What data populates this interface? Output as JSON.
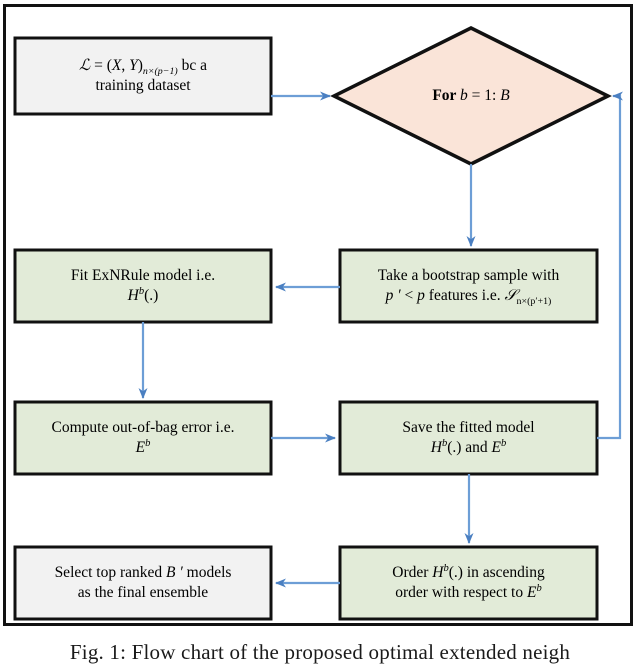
{
  "figure": {
    "caption": "Fig. 1: Flow chart of the proposed optimal extended neigh",
    "frame_border_color": "#111111",
    "background": "#ffffff"
  },
  "palette": {
    "process_fill": "#E2EBD8",
    "terminal_fill": "#F2F2F2",
    "decision_fill": "#FAE4D8",
    "node_border": "#111111",
    "connector": "#6D9ED6",
    "arrowhead": "#4A7FC1"
  },
  "nodes": [
    {
      "id": "training-dataset",
      "shape": "rect",
      "fill": "terminal_fill",
      "lines": [
        {
          "parts": [
            {
              "t": "ℒ",
              "s": "mi"
            },
            {
              "t": " = (",
              "s": "mr"
            },
            {
              "t": "X",
              "s": "mi"
            },
            {
              "t": ", ",
              "s": "mr"
            },
            {
              "t": "Y",
              "s": "mi"
            },
            {
              "t": ")",
              "s": "mr"
            },
            {
              "t": "n×(p−1)",
              "s": "sub-mi"
            },
            {
              "t": " bc a",
              "s": "mr"
            }
          ]
        },
        {
          "parts": [
            {
              "t": "training dataset",
              "s": "mr"
            }
          ]
        }
      ],
      "plain": "ℒ = (X, Y)n×(p−1) bc a training dataset"
    },
    {
      "id": "for-loop",
      "shape": "diamond",
      "fill": "decision_fill",
      "lines": [
        {
          "parts": [
            {
              "t": "For ",
              "s": "bold"
            },
            {
              "t": "b",
              "s": "mi"
            },
            {
              "t": " = 1: ",
              "s": "mr"
            },
            {
              "t": "B",
              "s": "mi"
            }
          ]
        }
      ],
      "plain": "For b = 1: B"
    },
    {
      "id": "bootstrap-sample",
      "shape": "rect",
      "fill": "process_fill",
      "lines": [
        {
          "parts": [
            {
              "t": "Take a bootstrap sample with",
              "s": "mr"
            }
          ]
        },
        {
          "parts": [
            {
              "t": "p ′",
              "s": "mi"
            },
            {
              "t": " < ",
              "s": "mr"
            },
            {
              "t": "p",
              "s": "mi"
            },
            {
              "t": " features i.e. ",
              "s": "mr"
            },
            {
              "t": "𝒮",
              "s": "mi"
            },
            {
              "t": "n×(p′+1)",
              "s": "sub-mr"
            }
          ]
        }
      ],
      "plain": "Take a bootstrap sample with p′ < p features i.e. Sn×(p′+1)"
    },
    {
      "id": "fit-exnrule",
      "shape": "rect",
      "fill": "process_fill",
      "lines": [
        {
          "parts": [
            {
              "t": "Fit ExNRule model i.e.",
              "s": "mr"
            }
          ]
        },
        {
          "parts": [
            {
              "t": "H",
              "s": "mi"
            },
            {
              "t": "b",
              "s": "sup-mi"
            },
            {
              "t": "(.)",
              "s": "mr"
            }
          ]
        }
      ],
      "plain": "Fit ExNRule model i.e. Hb(.)"
    },
    {
      "id": "oob-error",
      "shape": "rect",
      "fill": "process_fill",
      "lines": [
        {
          "parts": [
            {
              "t": "Compute out-of-bag error i.e.",
              "s": "mr"
            }
          ]
        },
        {
          "parts": [
            {
              "t": "E",
              "s": "mi"
            },
            {
              "t": "b",
              "s": "sup-mi"
            }
          ]
        }
      ],
      "plain": "Compute out-of-bag error i.e. Eb"
    },
    {
      "id": "save-model",
      "shape": "rect",
      "fill": "process_fill",
      "lines": [
        {
          "parts": [
            {
              "t": "Save the fitted model",
              "s": "mr"
            }
          ]
        },
        {
          "parts": [
            {
              "t": "H",
              "s": "mi"
            },
            {
              "t": "b",
              "s": "sup-mi"
            },
            {
              "t": "(.) and ",
              "s": "mr"
            },
            {
              "t": "E",
              "s": "mi"
            },
            {
              "t": "b",
              "s": "sup-mi"
            }
          ]
        }
      ],
      "plain": "Save the fitted model Hb(.) and Eb"
    },
    {
      "id": "order-models",
      "shape": "rect",
      "fill": "process_fill",
      "lines": [
        {
          "parts": [
            {
              "t": "Order ",
              "s": "mr"
            },
            {
              "t": "H",
              "s": "mi"
            },
            {
              "t": "b",
              "s": "sup-mi"
            },
            {
              "t": "(.) in ascending",
              "s": "mr"
            }
          ]
        },
        {
          "parts": [
            {
              "t": "order with respect to ",
              "s": "mr"
            },
            {
              "t": "E",
              "s": "mi"
            },
            {
              "t": "b",
              "s": "sup-mi"
            }
          ]
        }
      ],
      "plain": "Order Hb(.) in ascending order with respect to Eb"
    },
    {
      "id": "select-top-ranked",
      "shape": "rect",
      "fill": "terminal_fill",
      "lines": [
        {
          "parts": [
            {
              "t": "Select top ranked ",
              "s": "mr"
            },
            {
              "t": "B ′",
              "s": "mi"
            },
            {
              "t": " models",
              "s": "mr"
            }
          ]
        },
        {
          "parts": [
            {
              "t": "as the final ensemble",
              "s": "mr"
            }
          ]
        }
      ],
      "plain": "Select top ranked B′ models as the final ensemble"
    }
  ],
  "edges": [
    {
      "id": "dataset-to-loop",
      "from": "training-dataset",
      "to": "for-loop",
      "kind": "straight-right"
    },
    {
      "id": "loop-to-bootstrap",
      "from": "for-loop",
      "to": "bootstrap-sample",
      "kind": "straight-down"
    },
    {
      "id": "bootstrap-to-fit",
      "from": "bootstrap-sample",
      "to": "fit-exnrule",
      "kind": "straight-left"
    },
    {
      "id": "fit-to-oob",
      "from": "fit-exnrule",
      "to": "oob-error",
      "kind": "straight-down"
    },
    {
      "id": "oob-to-save",
      "from": "oob-error",
      "to": "save-model",
      "kind": "straight-right"
    },
    {
      "id": "save-to-loop-feedback",
      "from": "save-model",
      "to": "for-loop",
      "kind": "elbow-up-right"
    },
    {
      "id": "save-to-order",
      "from": "save-model",
      "to": "order-models",
      "kind": "straight-down"
    },
    {
      "id": "order-to-select",
      "from": "order-models",
      "to": "select-top-ranked",
      "kind": "straight-left"
    }
  ]
}
